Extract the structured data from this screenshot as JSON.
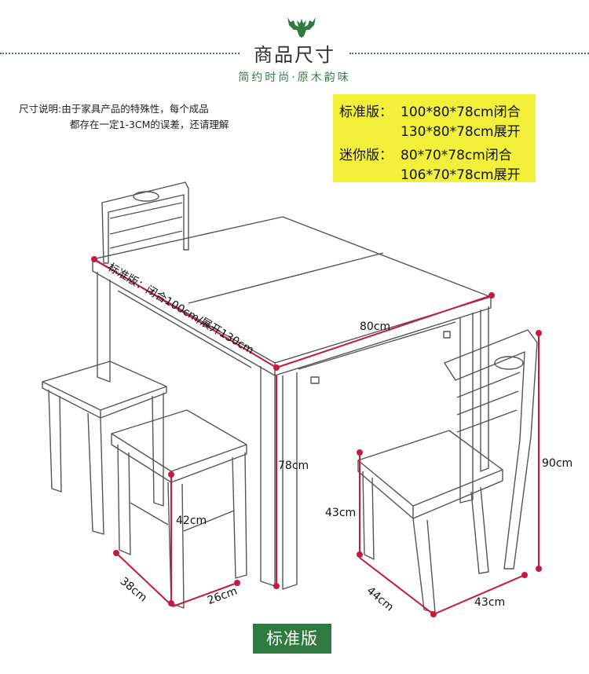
{
  "header": {
    "title": "商品尺寸",
    "subtitle": "简约时尚·原木韵味",
    "logo_icon": "deer-head-icon"
  },
  "note": {
    "line1": "尺寸说明:由于家具产品的特殊性，每个成品",
    "line2": "都存在一定1-3CM的误差，还请理解"
  },
  "specs": {
    "standard_label": "标准版：",
    "standard_closed": "100*80*78cm闭合",
    "standard_open": "130*80*78cm展开",
    "mini_label": "迷你版：",
    "mini_closed": "80*70*78cm闭合",
    "mini_open": "106*70*78cm展开"
  },
  "dimensions": {
    "table_length": "标准版：闭合100cm/展开130cm",
    "table_depth": "80cm",
    "table_height": "78cm",
    "chair_height": "90cm",
    "chair_seat_height": "43cm",
    "chair_depth": "44cm",
    "chair_width": "43cm",
    "stool_height": "42cm",
    "stool_depth": "38cm",
    "stool_width": "26cm"
  },
  "badge": {
    "label": "标准版"
  },
  "colors": {
    "accent_green": "#2f7a3e",
    "dimension_red": "#c8193c",
    "spec_yellow": "#f3f03a"
  }
}
